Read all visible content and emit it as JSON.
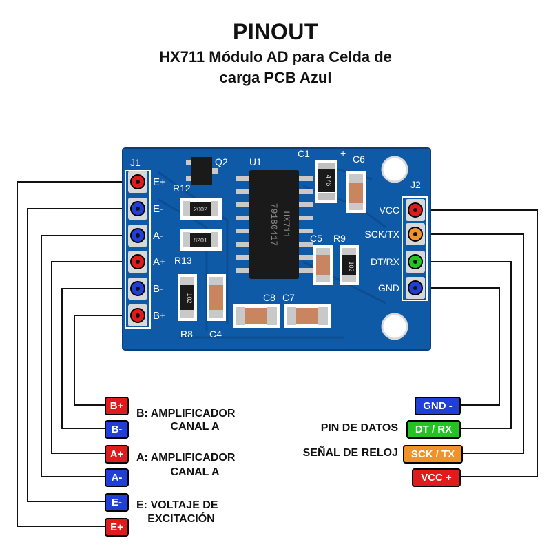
{
  "title": "PINOUT",
  "subtitle_line1": "HX711 Módulo AD para Celda de",
  "subtitle_line2": "carga PCB Azul",
  "colors": {
    "pcb": "#0f5aa6",
    "pcb_dark": "#0a3f7a",
    "red": "#e01b1b",
    "blue": "#1f3fd6",
    "green": "#22c322",
    "orange": "#f0922a"
  },
  "board": {
    "j1": "J1",
    "j2": "J2",
    "u1": "U1",
    "q2": "Q2",
    "chip_marking_1": "HX711",
    "chip_marking_2": "79180417",
    "left_pins": [
      "E+",
      "E-",
      "A-",
      "A+",
      "B-",
      "B+"
    ],
    "right_pins": [
      "VCC",
      "SCK/TX",
      "DT/RX",
      "GND"
    ],
    "components": {
      "c1": "C1",
      "c6": "C6",
      "r12": "R12",
      "r13": "R13",
      "c5": "C5",
      "r9": "R9",
      "c8": "C8",
      "c7": "C7",
      "r8": "R8",
      "c4": "C4",
      "plus": "+",
      "r12_code": "2002",
      "r13_code": "8201",
      "r9_code": "102",
      "r8_code": "102",
      "c1_code": "476"
    }
  },
  "left_badges": [
    {
      "label": "B+",
      "color": "red"
    },
    {
      "label": "B-",
      "color": "blue"
    },
    {
      "label": "A+",
      "color": "red"
    },
    {
      "label": "A-",
      "color": "blue"
    },
    {
      "label": "E-",
      "color": "blue"
    },
    {
      "label": "E+",
      "color": "red"
    }
  ],
  "left_descriptions": {
    "b_line1": "B: AMPLIFICADOR",
    "b_line2": "CANAL A",
    "a_line1": "A: AMPLIFICADOR",
    "a_line2": "CANAL A",
    "e_line1": "E: VOLTAJE DE",
    "e_line2": "EXCITACIÓN"
  },
  "right_badges": [
    {
      "label": "GND -",
      "color": "blue"
    },
    {
      "label": "DT / RX",
      "color": "green"
    },
    {
      "label": "SCK / TX",
      "color": "orange"
    },
    {
      "label": "VCC +",
      "color": "red"
    }
  ],
  "right_descriptions": {
    "dt": "PIN DE DATOS",
    "sck": "SEÑAL DE RELOJ"
  }
}
